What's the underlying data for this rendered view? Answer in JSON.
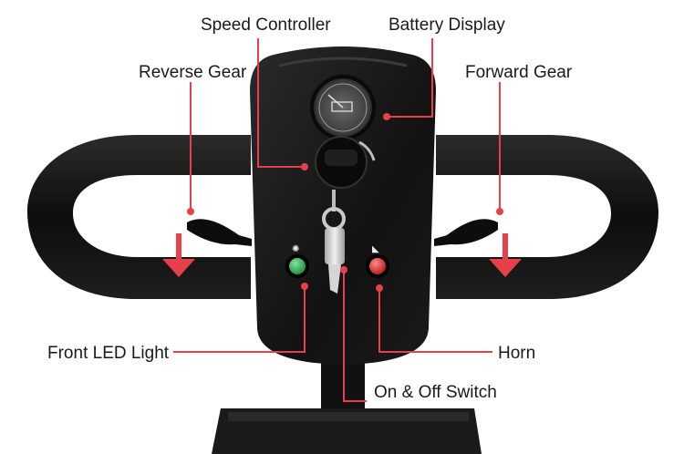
{
  "labels": {
    "speed_controller": "Speed Controller",
    "battery_display": "Battery Display",
    "reverse_gear": "Reverse Gear",
    "forward_gear": "Forward Gear",
    "front_led_light": "Front LED Light",
    "horn": "Horn",
    "on_off_switch": "On & Off Switch"
  },
  "colors": {
    "annotation": "#e8404a",
    "body": "#111111",
    "green_button": "#2aa84a",
    "red_button": "#e02626",
    "background": "#ffffff"
  }
}
